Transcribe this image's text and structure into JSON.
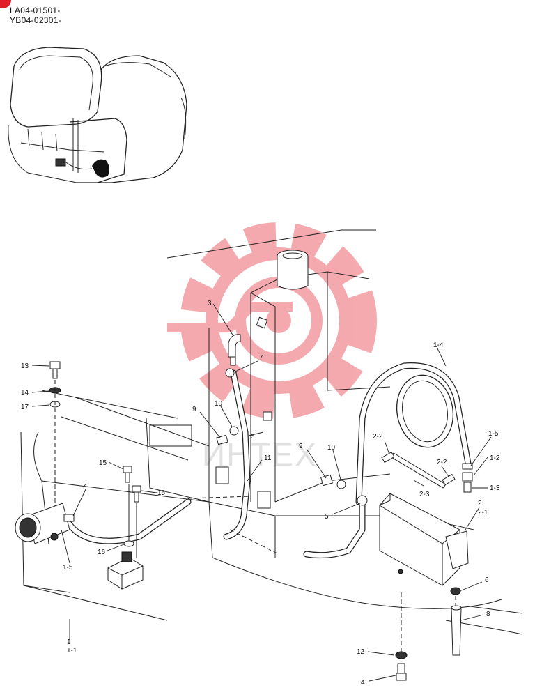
{
  "header": {
    "codes": [
      "LA04-01501-",
      "YB04-02301-"
    ]
  },
  "watermark": {
    "text": "ИНТЕХ",
    "color": "#e8424d"
  },
  "labels": {
    "l1": "1",
    "l1_1": "1-1",
    "l1_2": "1-2",
    "l1_3": "1-3",
    "l1_4": "1-4",
    "l1_5a": "1-5",
    "l1_5b": "1-5",
    "l2": "2",
    "l2_1": "2-1",
    "l2_2a": "2-2",
    "l2_2b": "2-2",
    "l2_3": "2-3",
    "l3": "3",
    "l4": "4",
    "l5a": "5",
    "l5b": "5",
    "l6": "6",
    "l7a": "7",
    "l7b": "7",
    "l8": "8",
    "l9a": "9",
    "l9b": "9",
    "l10a": "10",
    "l10b": "10",
    "l11": "11",
    "l12": "12",
    "l13": "13",
    "l14": "14",
    "l15a": "15",
    "l15b": "15",
    "l16": "16",
    "l17": "17"
  }
}
